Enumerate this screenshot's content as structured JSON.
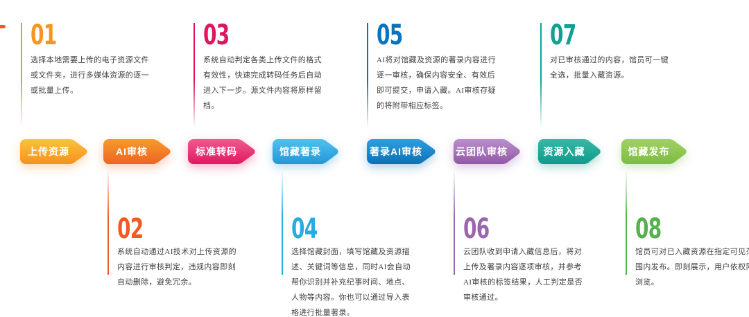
{
  "diagram": {
    "steps": [
      {
        "number": "01",
        "arrow_label": "上传资源",
        "description": "选择本地需要上传的电子资源文件或文件夹，进行多媒体资源的逐一或批量上传。",
        "accent": "#F7951E",
        "arrow_top_color": "#FBC23E",
        "arrow_bottom_color": "#F6911E"
      },
      {
        "number": "02",
        "arrow_label": "AI审核",
        "description": "系统自动通过AI技术对上传资源的内容进行审核判定，违规内容即刻自动删除，避免冗余。",
        "accent": "#F15A24",
        "arrow_top_color": "#F79B2A",
        "arrow_bottom_color": "#ED6423"
      },
      {
        "number": "03",
        "arrow_label": "标准转码",
        "description": "系统自动判定各类上传文件的格式有效性，快速完成转码任务后自动进入下一步。源文件内容将原样留档。",
        "accent": "#DD175F",
        "arrow_top_color": "#F05A8E",
        "arrow_bottom_color": "#E01862"
      },
      {
        "number": "04",
        "arrow_label": "馆藏著录",
        "description": "选择馆藏封面，填写馆藏及资源描述、关键词等信息，同时AI会自动帮你识别并补充纪事时间、地点、人物等内容。你也可以通过导入表格进行批量著录。",
        "accent": "#29ABE2",
        "arrow_top_color": "#4FC1EE",
        "arrow_bottom_color": "#2496D6"
      },
      {
        "number": "05",
        "arrow_label": "著录AI审核",
        "description": "AI将对馆藏及资源的著录内容进行逐一审核，确保内容安全、有效后即可提交，申请入藏。AI审核存疑的将附带相应标签。",
        "accent": "#0B72BC",
        "arrow_top_color": "#2E9FE0",
        "arrow_bottom_color": "#0D6FB5"
      },
      {
        "number": "06",
        "arrow_label": "云团队审核",
        "description": "云团队收到申请入藏信息后，将对上传及著录内容逐项审核，并参考AI审核的标签结果，人工判定是否审核通过。",
        "accent": "#9B66AE",
        "arrow_top_color": "#B98FCB",
        "arrow_bottom_color": "#9159A5"
      },
      {
        "number": "07",
        "arrow_label": "资源入藏",
        "description": "对已审核通过的内容，馆员可一键全选，批量入藏资源。",
        "accent": "#0FA192",
        "arrow_top_color": "#39B7A6",
        "arrow_bottom_color": "#0E9A8C"
      },
      {
        "number": "08",
        "arrow_label": "馆藏发布",
        "description": "馆员可对已入藏资源在指定可见范围内发布。即刻展示，用户依权限浏览。",
        "accent": "#54B14E",
        "arrow_top_color": "#A0D162",
        "arrow_bottom_color": "#7CBC41"
      }
    ]
  }
}
